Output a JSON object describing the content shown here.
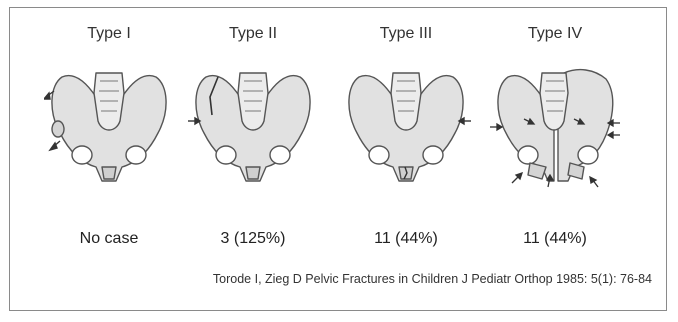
{
  "columns": [
    {
      "title": "Type I",
      "stat": "No case",
      "icon": "pelvis-type1-icon"
    },
    {
      "title": "Type II",
      "stat": "3 (125%)",
      "icon": "pelvis-type2-icon"
    },
    {
      "title": "Type III",
      "stat": "11 (44%)",
      "icon": "pelvis-type3-icon"
    },
    {
      "title": "Type IV",
      "stat": "11 (44%)",
      "icon": "pelvis-type4-icon"
    }
  ],
  "citation": "Torode I, Zieg D Pelvic Fractures in Children J Pediatr Orthop 1985: 5(1): 76-84",
  "colors": {
    "bone_fill": "#e1e1e1",
    "bone_stroke": "#555555",
    "frame_border": "#8a8a8a",
    "text": "#2a2a2a"
  }
}
